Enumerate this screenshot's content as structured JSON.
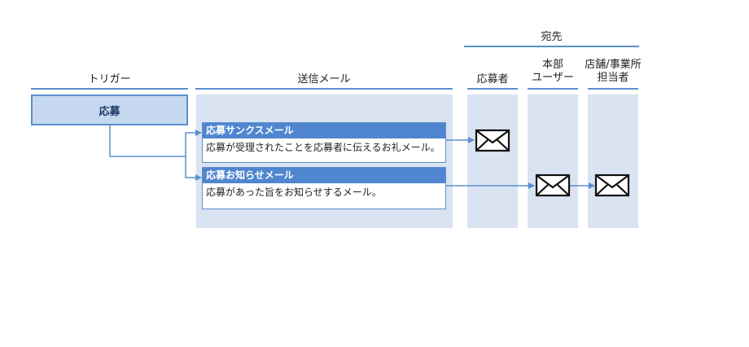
{
  "headers": {
    "trigger": "トリガー",
    "send_mail": "送信メール",
    "recipients": "宛先",
    "applicant": "応募者",
    "hq_user": [
      "本部",
      "ユーザー"
    ],
    "store_person": [
      "店舗/事業所",
      "担当者"
    ]
  },
  "trigger": {
    "label": "応募"
  },
  "mails": [
    {
      "title": "応募サンクスメール",
      "description": "応募が受理されたことを応募者に伝えるお礼メール。"
    },
    {
      "title": "応募お知らせメール",
      "description": "応募があった旨をお知らせするメール。"
    }
  ],
  "icons": [
    "envelope-icon",
    "envelope-icon",
    "envelope-icon"
  ],
  "colors": {
    "accent": "#5b8fd0",
    "panel": "#dae3f1",
    "title_bar": "#4f86cf",
    "trigger_fill": "#c6d8f0"
  }
}
